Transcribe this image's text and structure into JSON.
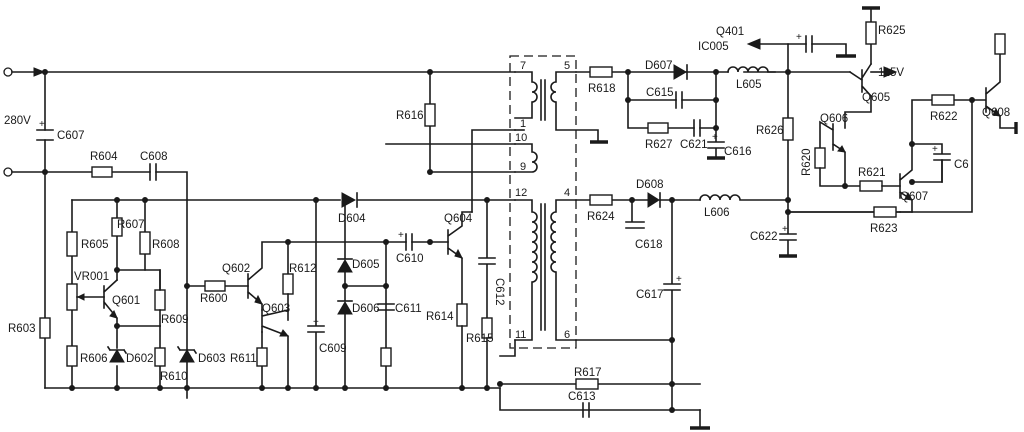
{
  "diagram": {
    "type": "circuit-schematic",
    "labels": {
      "v280": "280V",
      "C607": "C607",
      "R603": "R603",
      "R604": "R604",
      "C608": "C608",
      "R605": "R605",
      "R607": "R607",
      "R608": "R608",
      "VR001": "VR001",
      "Q601": "Q601",
      "R609": "R609",
      "R606": "R606",
      "D602": "D602",
      "R610": "R610",
      "D603": "D603",
      "R600": "R600",
      "Q602": "Q602",
      "R612": "R612",
      "Q603": "Q603",
      "R611": "R611",
      "C609": "C609",
      "D604": "D604",
      "D605": "D605",
      "D606": "D606",
      "C611": "C611",
      "C610": "C610",
      "R616": "R616",
      "Q604": "Q604",
      "R614": "R614",
      "R615": "R615",
      "C612": "C612",
      "R618": "R618",
      "D607": "D607",
      "C615": "C615",
      "R627": "R627",
      "C621": "C621",
      "C616": "C616",
      "L605": "L605",
      "Q401": "Q401",
      "IC005": "IC005",
      "R625": "R625",
      "v115": "115V",
      "Q605": "Q605",
      "R626": "R626",
      "Q606": "Q606",
      "R620": "R620",
      "R621": "R621",
      "R622": "R622",
      "Q607": "Q607",
      "C6": "C6",
      "Q608": "Q608",
      "R624": "R624",
      "D608": "D608",
      "L606": "L606",
      "C618": "C618",
      "C622": "C622",
      "R623": "R623",
      "C617": "C617",
      "R617": "R617",
      "C613": "C613"
    },
    "pins": {
      "p7": "7",
      "p5": "5",
      "p1": "1",
      "p10": "10",
      "p9": "9",
      "p12": "12",
      "p4": "4",
      "p11": "11",
      "p6": "6"
    },
    "plus": "+"
  }
}
